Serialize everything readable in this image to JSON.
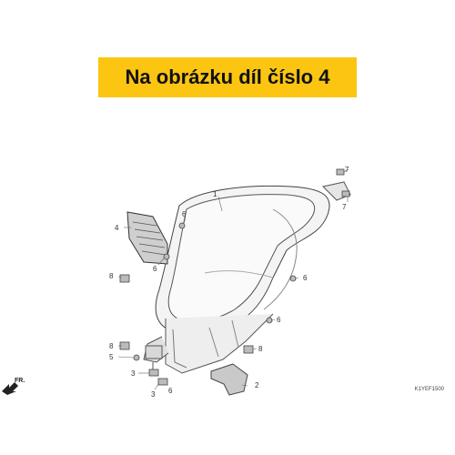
{
  "banner": {
    "text": "Na obrázku díl číslo 4",
    "color": "#fbc512"
  },
  "direction_label": "FR.",
  "diagram_code": "K1YEF1500",
  "callouts": {
    "c1": "1",
    "c2": "2",
    "c3a": "3",
    "c3b": "3",
    "c4": "4",
    "c5": "5",
    "c6a": "6",
    "c6b": "6",
    "c6c": "6",
    "c6d": "6",
    "c6e": "6",
    "c7a": "7",
    "c7b": "7",
    "c8a": "8",
    "c8b": "8",
    "c8c": "8"
  }
}
